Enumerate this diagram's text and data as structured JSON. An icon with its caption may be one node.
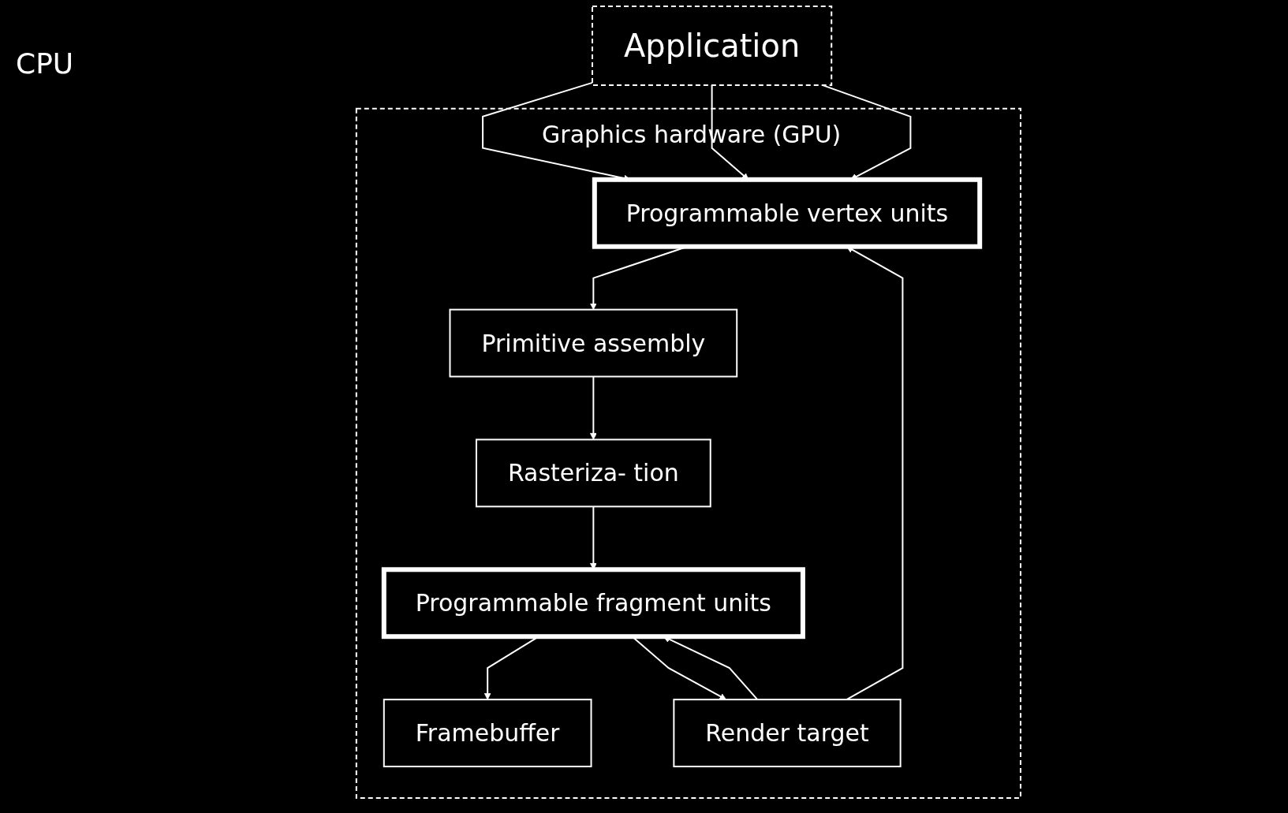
{
  "diagram": {
    "nodes": [
      {
        "text": [
          "Application"
        ]
      },
      {
        "text": [
          "Graphics hardware (GPU)"
        ]
      },
      {
        "text": [
          "Programmable vertex units"
        ],
        "in": 1
      },
      {
        "text": [
          "Primitive assembly"
        ],
        "in": 1
      },
      {
        "text": [
          "Rasteriza- tion"
        ],
        "in": 1
      },
      {
        "text": [
          "Programmable fragment units"
        ],
        "in": 1
      },
      {
        "text": [
          "Framebuffer"
        ],
        "in": 1
      },
      {
        "text": [
          "Render target"
        ],
        "in": 1
      }
    ],
    "edges": [
      {
        "from": 0,
        "to": 2,
        "arrow": "to"
      },
      {
        "from": 0,
        "to": 2,
        "arrow": "to"
      },
      {
        "from": 0,
        "to": 2,
        "arrow": "to"
      },
      {
        "from": 2,
        "to": 3,
        "arrow": "to"
      },
      {
        "from": 3,
        "to": 4,
        "arrow": "to"
      },
      {
        "from": 4,
        "to": 5,
        "arrow": "to"
      },
      {
        "from": 5,
        "to": 6,
        "arrow": "to"
      },
      {
        "from": 5,
        "to": 7,
        "arrow": "to"
      },
      {
        "from": 7,
        "to": 2,
        "arrow": "to"
      },
      {
        "from": 7,
        "to": 5,
        "arrow": "to"
      }
    ],
    "labels": [
      "CPU"
    ]
  }
}
